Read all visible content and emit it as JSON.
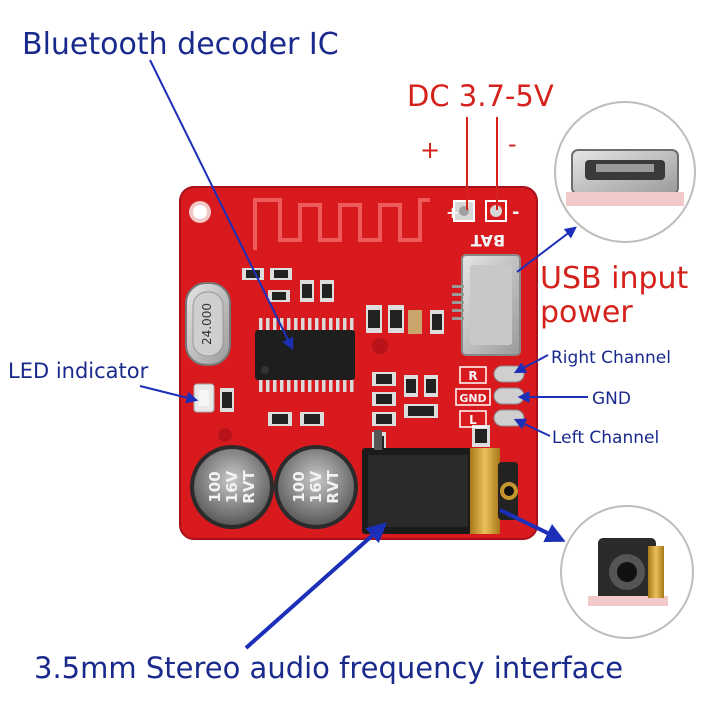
{
  "labels": {
    "decoder_ic": "Bluetooth decoder IC",
    "dc_voltage": "DC 3.7-5V",
    "plus": "+",
    "minus": "-",
    "usb_line1": "USB input",
    "usb_line2": "power",
    "led": "LED indicator",
    "right_channel": "Right Channel",
    "gnd": "GND",
    "left_channel": "Left Channel",
    "jack": "3.5mm Stereo audio frequency interface"
  },
  "board": {
    "bat": "BAT",
    "bat_plus": "+",
    "bat_minus": "-",
    "crystal": "24.000",
    "pin_r": "R",
    "pin_gnd": "GND",
    "pin_l": "L",
    "cap1": [
      "100",
      "16V",
      "RVT"
    ],
    "cap2": [
      "100",
      "16V",
      "RVT"
    ]
  },
  "colors": {
    "pcb": "#d81a1f",
    "label_blue": "#1a2a8c",
    "label_red": "#d4211b",
    "arrow_blue": "#1c2fb8"
  }
}
